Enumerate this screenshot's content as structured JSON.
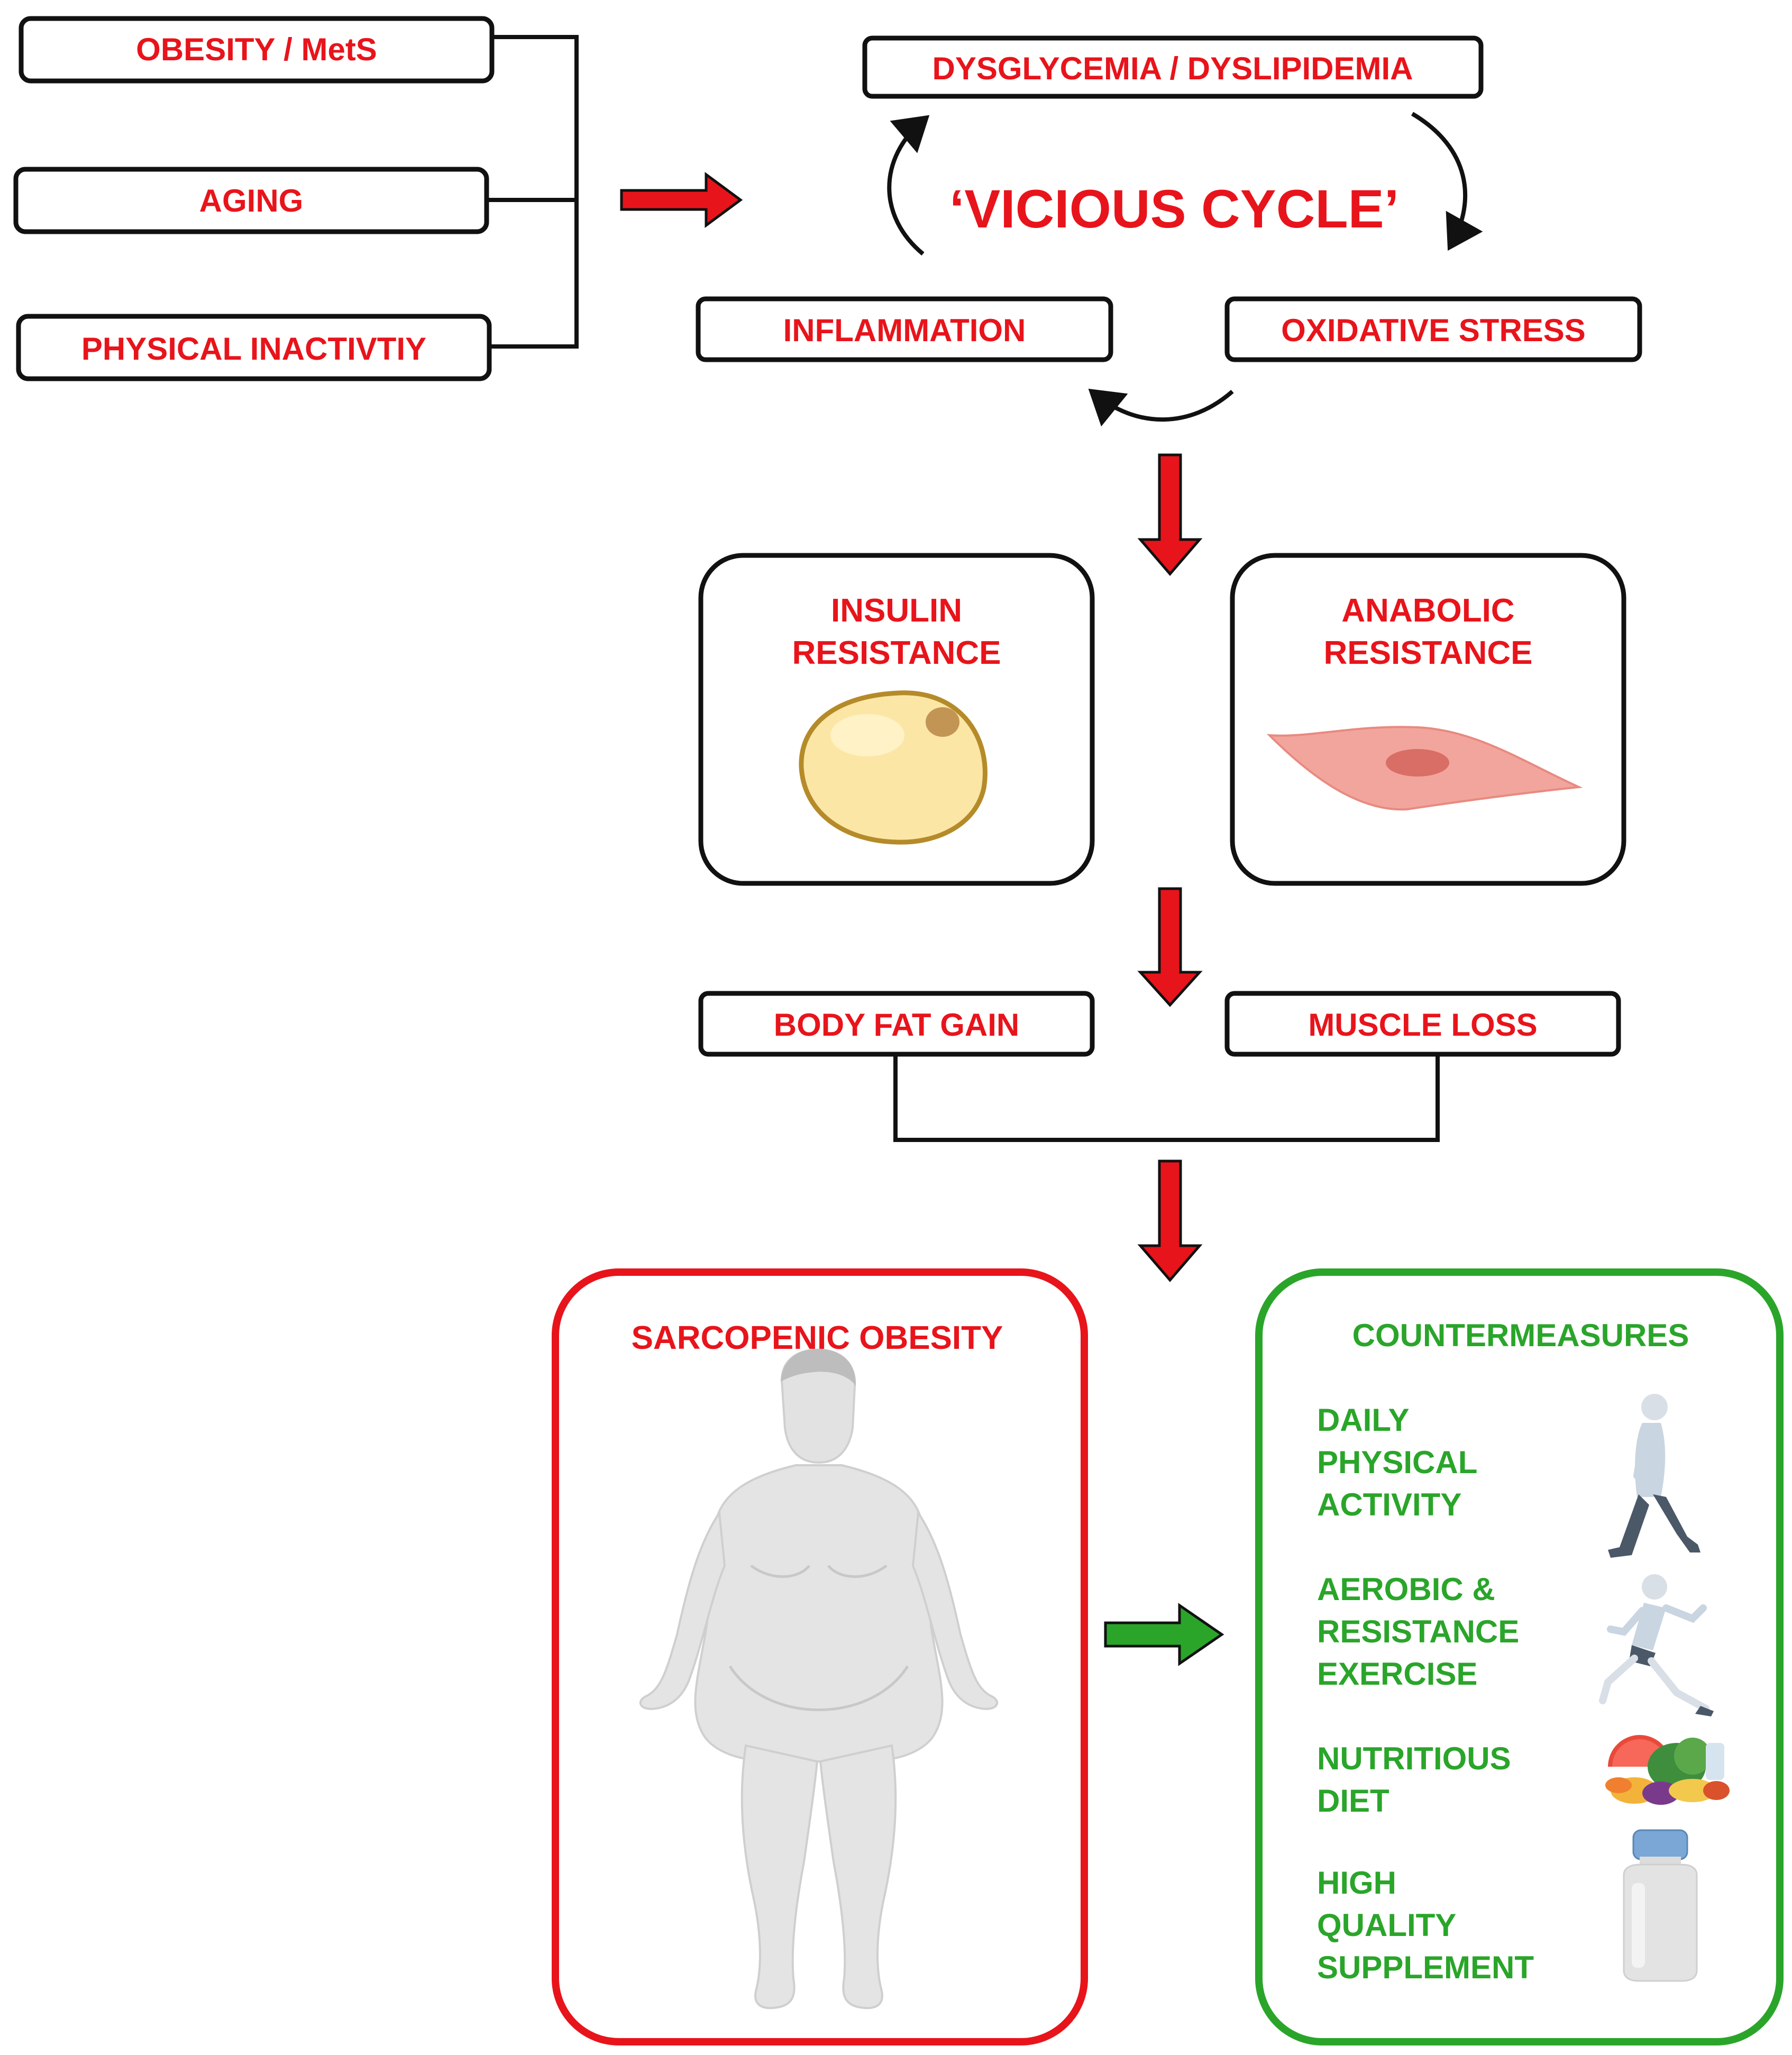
{
  "colors": {
    "red": "#e8141b",
    "green": "#2aa52a",
    "outline": "#111111",
    "fat_cell_fill": "#fbe6a6",
    "muscle_cell_fill": "#f2a59c",
    "body_silhouette": "#e4e4e4"
  },
  "causes": {
    "obesity": "OBESITY / MetS",
    "aging": "AGING",
    "inactivity": "PHYSICAL INACTIVTIY"
  },
  "cycle": {
    "title": "‘VICIOUS CYCLE’",
    "dysglycemia": "DYSGLYCEMIA / DYSLIPIDEMIA",
    "inflammation": "INFLAMMATION",
    "oxidative_stress": "OXIDATIVE STRESS"
  },
  "resistance": {
    "insulin": [
      "INSULIN",
      "RESISTANCE"
    ],
    "anabolic": [
      "ANABOLIC",
      "RESISTANCE"
    ],
    "insulin_icon": "fat-cell-icon",
    "anabolic_icon": "muscle-cell-icon"
  },
  "outcomes": {
    "body_fat": "BODY FAT GAIN",
    "muscle_loss": "MUSCLE LOSS"
  },
  "sarcopenic": {
    "title": "SARCOPENIC OBESITY",
    "icon": "obese-person-icon"
  },
  "countermeasures": {
    "title": "COUNTERMEASURES",
    "items": [
      {
        "lines": [
          "DAILY",
          "PHYSICAL",
          "ACTIVITY"
        ],
        "icon": "walking-person-icon"
      },
      {
        "lines": [
          "AEROBIC &",
          "RESISTANCE",
          "EXERCISE"
        ],
        "icon": "running-person-icon"
      },
      {
        "lines": [
          "NUTRITIOUS",
          "DIET"
        ],
        "icon": "food-icon"
      },
      {
        "lines": [
          "HIGH",
          "QUALITY",
          "SUPPLEMENT"
        ],
        "icon": "supplement-bottle-icon"
      }
    ]
  }
}
